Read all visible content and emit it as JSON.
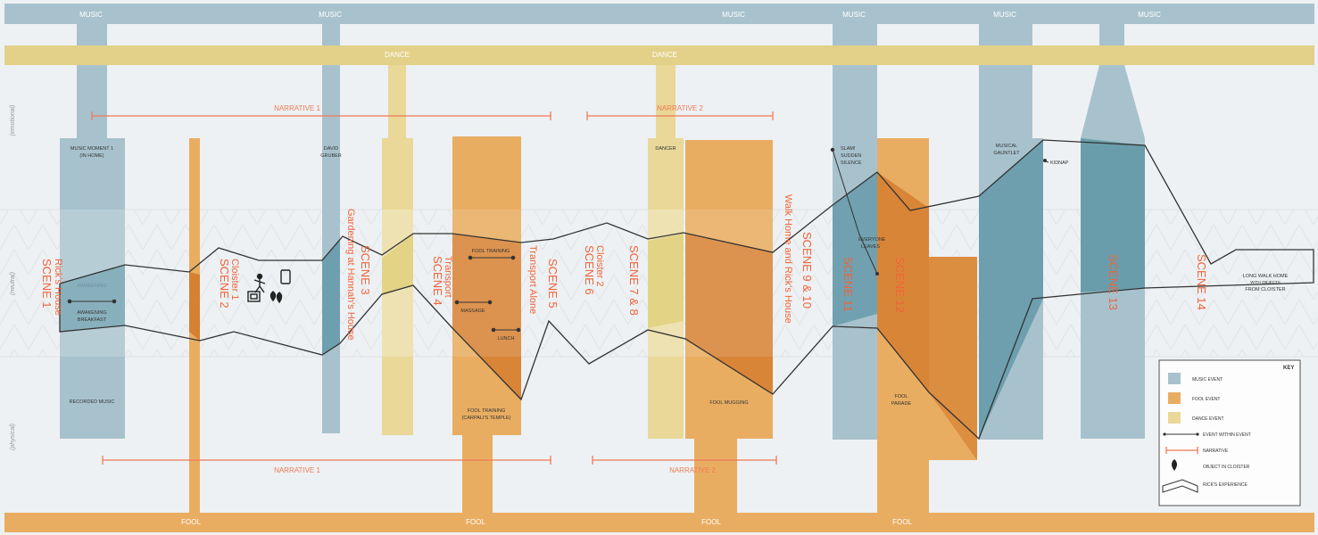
{
  "colors": {
    "background": "#eef1f3",
    "music": "#a8c2cd",
    "music_dark": "#5f96a6",
    "fool": "#e9ad62",
    "fool_dark": "#d2782a",
    "dance": "#e9d898",
    "dance_dark": "#d8c257",
    "narrative": "#f07a55",
    "scene_text": "#f0643a",
    "dark_text": "#333333",
    "band_label": "#ffffff",
    "side_label": "#9a9a9a"
  },
  "bands": {
    "music_labels": [
      "MUSIC",
      "MUSIC",
      "MUSIC",
      "MUSIC",
      "MUSIC",
      "MUSIC"
    ],
    "dance_labels": [
      "DANCE",
      "DANCE"
    ],
    "fool_labels": [
      "FOOL",
      "FOOL",
      "FOOL",
      "FOOL"
    ]
  },
  "side_labels": [
    "(emotional)",
    "(neutral)",
    "(physical)"
  ],
  "narratives": {
    "top": [
      "NARRATIVE 1",
      "NARRATIVE 2"
    ],
    "bottom": [
      "NARRATIVE 1",
      "NARRATIVE 2"
    ]
  },
  "scenes": [
    {
      "title": "SCENE 1",
      "subtitle": "Rick's House"
    },
    {
      "title": "SCENE 2",
      "subtitle": "Cloister 1"
    },
    {
      "title": "SCENE 3",
      "subtitle": "Gardening at Hannah's House"
    },
    {
      "title": "SCENE 4",
      "subtitle": "Transport"
    },
    {
      "title": "SCENE 5",
      "subtitle": "Transport Alone"
    },
    {
      "title": "SCENE 6",
      "subtitle": "Cloister 2"
    },
    {
      "title": "SCENE 7 & 8",
      "subtitle": ""
    },
    {
      "title": "SCENE 9 & 10",
      "subtitle": "Walk Home and Rick's House"
    },
    {
      "title": "SCENE 11",
      "subtitle": ""
    },
    {
      "title": "SCENE 12",
      "subtitle": ""
    },
    {
      "title": "SCENE 13",
      "subtitle": ""
    },
    {
      "title": "SCENE 14",
      "subtitle": ""
    }
  ],
  "event_labels": {
    "music_moment_1": [
      "MUSIC MOMENT 1",
      "(IN HOME)"
    ],
    "recorded_music": "RECORDED MUSIC",
    "awakening": "AWAKENING",
    "breakfast": [
      "AWAKENING",
      "BREAKFAST"
    ],
    "david_gruber": [
      "DAVID",
      "GRUBER"
    ],
    "fool_training_top": "FOOL TRAINING",
    "massage": "MASSAGE",
    "lunch": "LUNCH",
    "fool_training_bottom": [
      "FOOL TRAINING",
      "(CARPALI'S TEMPLE)"
    ],
    "dancer": "DANCER",
    "fool_mugging": "FOOL MUGGING",
    "slam": [
      "SLAM!",
      "SUDDEN",
      "SILENCE"
    ],
    "everyone_leaves": [
      "EVERYONE",
      "LEAVES"
    ],
    "fool_parade": [
      "FOOL",
      "PARADE"
    ],
    "musical_gauntlet": [
      "MUSICAL",
      "GAUNTLET"
    ],
    "kidnap": "KIDNAP",
    "long_walk": [
      "LONG WALK HOME",
      "WITH OBJECTS",
      "FROM CLOISTER"
    ]
  },
  "legend": {
    "title": "KEY",
    "items": [
      {
        "label": "MUSIC EVENT",
        "color": "#a8c2cd"
      },
      {
        "label": "FOOL EVENT",
        "color": "#e9ad62"
      },
      {
        "label": "DANCE EVENT",
        "color": "#e9d898"
      },
      {
        "label": "EVENT WITHIN EVENT"
      },
      {
        "label": "NARRATIVE"
      },
      {
        "label": "OBJECT IN CLOISTER"
      },
      {
        "label": "RICK'S EXPERIENCE"
      }
    ]
  }
}
